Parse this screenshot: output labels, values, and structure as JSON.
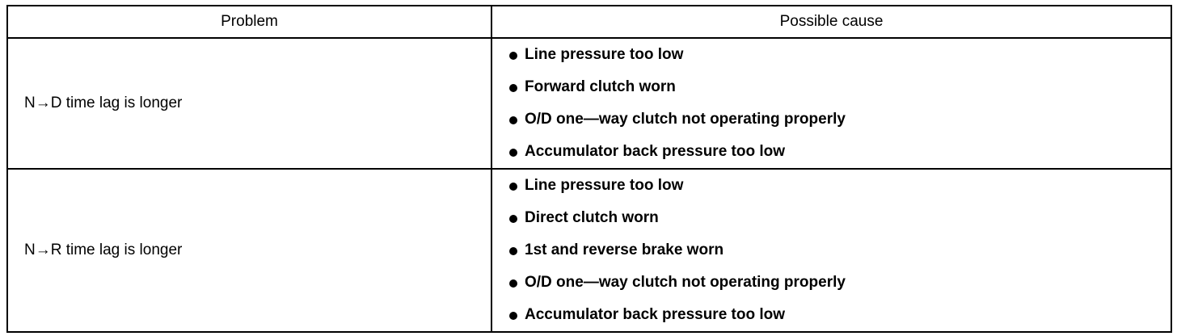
{
  "table": {
    "headers": {
      "problem": "Problem",
      "cause": "Possible cause"
    },
    "rows": [
      {
        "problem": "N→D time lag is longer",
        "causes": [
          "Line pressure too low",
          "Forward clutch worn",
          "O/D one—way clutch not operating properly",
          "Accumulator back pressure too low"
        ]
      },
      {
        "problem": "N→R time lag is longer",
        "causes": [
          "Line pressure too low",
          "Direct clutch worn",
          "1st and reverse brake worn",
          "O/D one—way clutch not operating properly",
          "Accumulator back pressure too low"
        ]
      }
    ]
  }
}
